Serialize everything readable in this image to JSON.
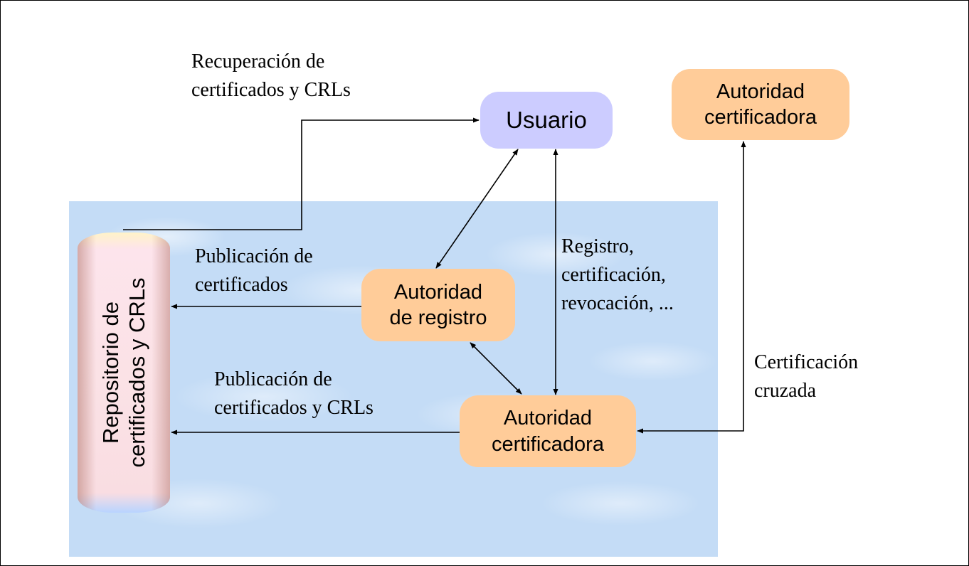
{
  "diagram": {
    "title": "PKI components",
    "colors": {
      "user_node": "#ccccff",
      "authority_node": "#ffcc99",
      "region_background": "#c4dcf6",
      "repository": "#fbe2e6",
      "arrow": "#000000"
    },
    "nodes": {
      "usuario": {
        "lines": [
          "Usuario"
        ]
      },
      "ca_top": {
        "lines": [
          "Autoridad",
          "certificadora"
        ]
      },
      "registration_authority": {
        "lines": [
          "Autoridad",
          "de registro"
        ]
      },
      "ca_bottom": {
        "lines": [
          "Autoridad",
          "certificadora"
        ]
      },
      "repository": {
        "lines": [
          "Repositorio de",
          "certificados y CRLs"
        ]
      }
    },
    "edge_labels": {
      "retrieval": {
        "lines": [
          "Recuperación de",
          "certificados y CRLs"
        ]
      },
      "publish_certs": {
        "lines": [
          "Publicación de",
          "certificados"
        ]
      },
      "publish_certs_crls": {
        "lines": [
          "Publicación de",
          "certificados y CRLs"
        ]
      },
      "registration": {
        "lines": [
          "Registro,",
          "certificación,",
          "revocación, ..."
        ]
      },
      "cross_certification": {
        "lines": [
          "Certificación",
          "cruzada"
        ]
      }
    },
    "edges": [
      {
        "from": "repository",
        "to": "usuario",
        "label": "retrieval",
        "direction": "one-way"
      },
      {
        "from": "registration_authority",
        "to": "repository",
        "label": "publish_certs",
        "direction": "one-way"
      },
      {
        "from": "ca_bottom",
        "to": "repository",
        "label": "publish_certs_crls",
        "direction": "one-way"
      },
      {
        "from": "usuario",
        "to": "registration_authority",
        "label": "",
        "direction": "two-way"
      },
      {
        "from": "usuario",
        "to": "ca_bottom",
        "label": "registration",
        "direction": "two-way"
      },
      {
        "from": "registration_authority",
        "to": "ca_bottom",
        "label": "",
        "direction": "two-way"
      },
      {
        "from": "ca_top",
        "to": "ca_bottom",
        "label": "cross_certification",
        "direction": "two-way"
      }
    ]
  }
}
